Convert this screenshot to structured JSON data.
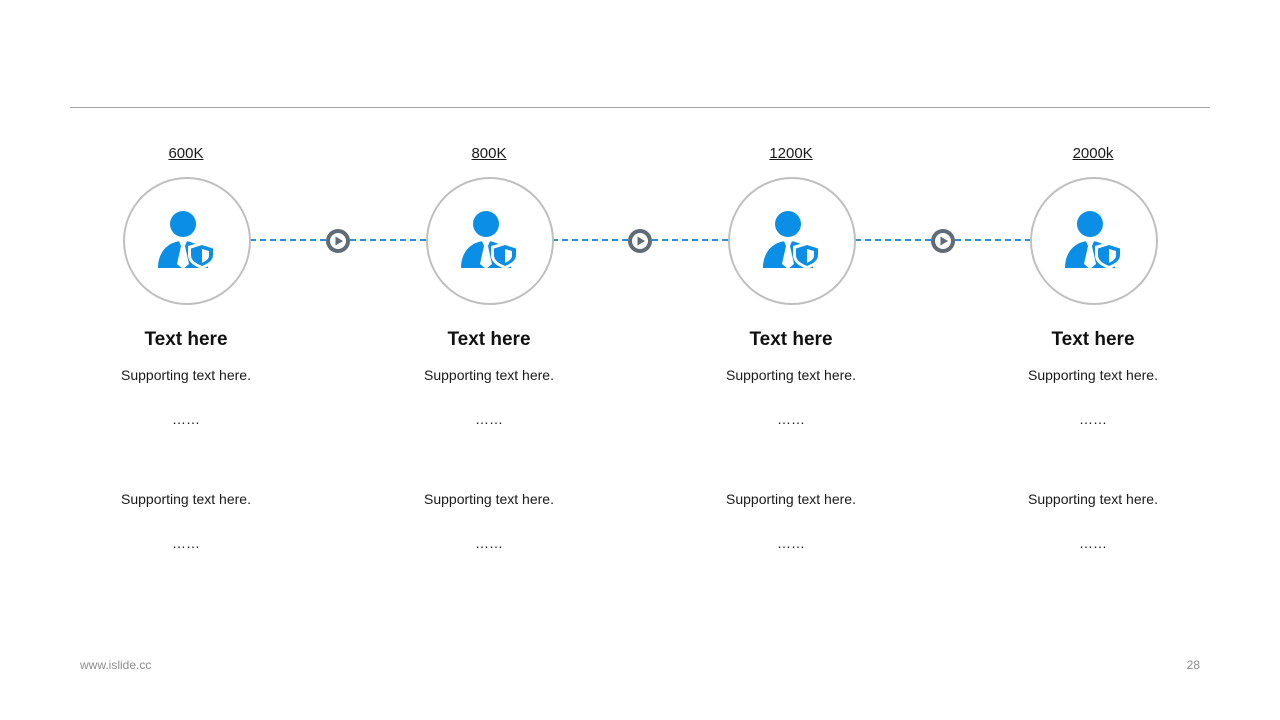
{
  "steps": [
    {
      "value": "600K",
      "title": "Text here",
      "lines": [
        "Supporting  text here.",
        "……",
        "Supporting  text here.",
        "……"
      ],
      "icon": "businessman-shield-icon"
    },
    {
      "value": "800K",
      "title": "Text here",
      "lines": [
        "Supporting  text here.",
        "……",
        "Supporting  text here.",
        "……"
      ],
      "icon": "businessman-shield-icon"
    },
    {
      "value": "1200K",
      "title": "Text here",
      "lines": [
        "Supporting  text here.",
        "……",
        "Supporting  text here.",
        "……"
      ],
      "icon": "businessman-shield-icon"
    },
    {
      "value": "2000k",
      "title": "Text here",
      "lines": [
        "Supporting  text here.",
        "……",
        "Supporting  text here.",
        "……"
      ],
      "icon": "businessman-shield-icon"
    }
  ],
  "arrow_icon": "play-circle-icon",
  "colors": {
    "icon": "#0a8ee6",
    "connector": "#2a8fd8",
    "arrow": "#5f6b76",
    "circle_border": "#bfbfbf"
  },
  "footer": {
    "url": "www.islide.cc",
    "page": "28"
  }
}
